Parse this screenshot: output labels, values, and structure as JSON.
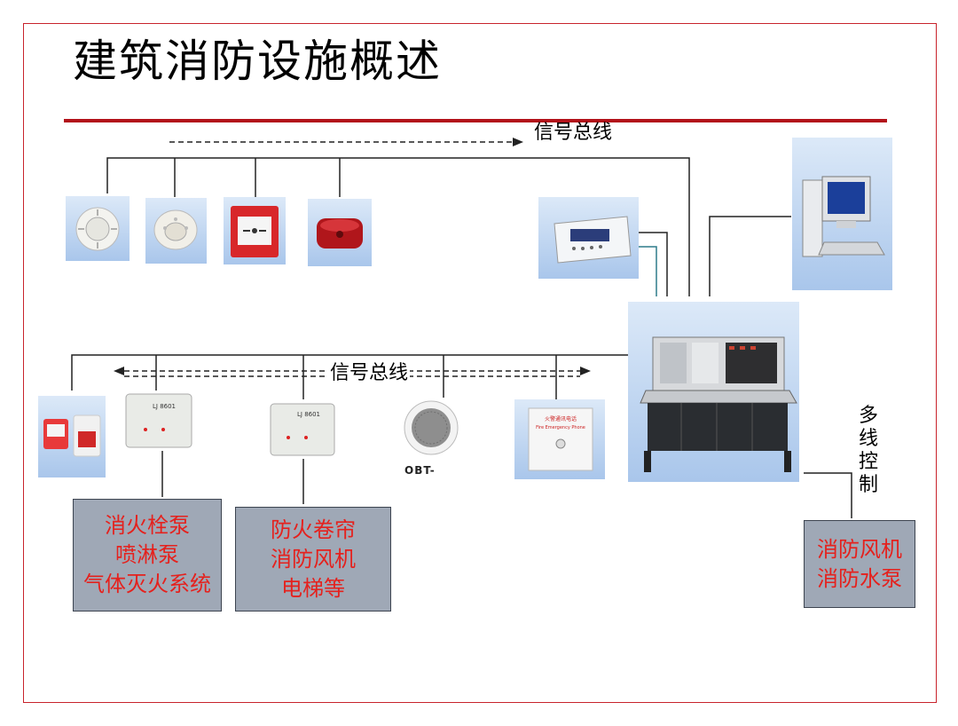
{
  "title": "建筑消防设施概述",
  "bus_label_top": "信号总线",
  "bus_label_mid": "信号总线",
  "multiline_label": [
    "多",
    "线",
    "控",
    "制"
  ],
  "box_left": [
    "消火栓泵",
    "喷淋泵",
    "气体灭火系统"
  ],
  "box_mid": [
    "防火卷帘",
    "消防风机",
    "电梯等"
  ],
  "box_right": [
    "消防风机",
    "消防水泵"
  ],
  "speaker_model": "OBT-",
  "module1_brand": "LJ 8601",
  "module2_brand": "LJ 8601",
  "phone_label_cn": "火警通讯电话",
  "phone_label_en": "Fire Emergency Phone",
  "colors": {
    "frame": "#c8232c",
    "rule": "#b3121a",
    "box_text": "#e5211d",
    "box_bg": "#9fa8b6"
  },
  "icons": [
    "smoke-detector-icon",
    "heat-detector-icon",
    "manual-call-point-icon",
    "alarm-bell-icon",
    "repeater-panel-icon",
    "computer-workstation-icon",
    "control-console-icon",
    "sounder-strobe-icon",
    "input-module-icon",
    "speaker-icon",
    "fire-phone-jack-icon"
  ]
}
